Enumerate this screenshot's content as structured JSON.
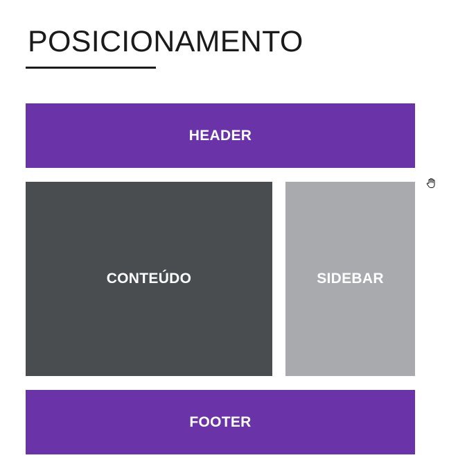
{
  "page": {
    "title": "POSICIONAMENTO"
  },
  "layout_diagram": {
    "header": {
      "label": "HEADER",
      "color": "#6B33A8"
    },
    "content": {
      "label": "CONTEÚDO",
      "color": "#4A4D50"
    },
    "sidebar": {
      "label": "SIDEBAR",
      "color": "#A8AAAD"
    },
    "footer": {
      "label": "FOOTER",
      "color": "#6B33A8"
    }
  },
  "cursor": {
    "icon": "hand-cursor-icon"
  }
}
